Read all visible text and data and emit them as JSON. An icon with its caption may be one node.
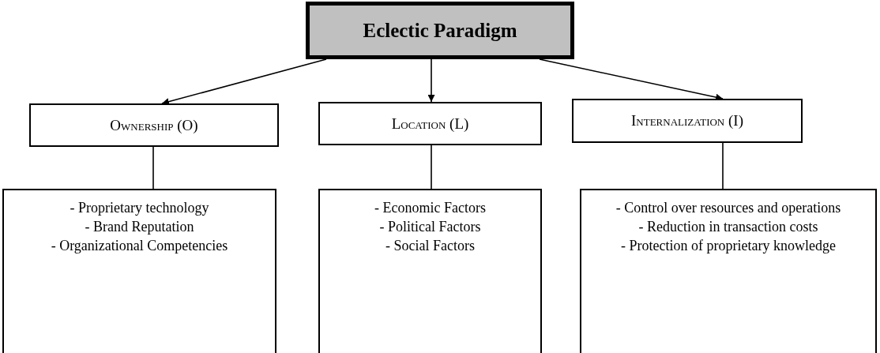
{
  "diagram": {
    "nodes": [
      {
        "text": [
          "Eclectic Paradigm"
        ]
      },
      {
        "text": [
          "Ownership (O)"
        ]
      },
      {
        "text": [
          "Location (L)"
        ]
      },
      {
        "text": [
          "Internalization (I)"
        ]
      },
      {
        "text": [
          "- Proprietary technology",
          "- Brand Reputation",
          "- Organizational Competencies"
        ]
      },
      {
        "text": [
          "- Economic Factors",
          "- Political Factors",
          "- Social Factors"
        ]
      },
      {
        "text": [
          "- Control over resources and operations",
          "- Reduction in transaction costs",
          "- Protection of proprietary knowledge"
        ]
      }
    ],
    "edges": [
      {
        "from": 0,
        "to": 1,
        "arrow": "to"
      },
      {
        "from": 0,
        "to": 2,
        "arrow": "to"
      },
      {
        "from": 0,
        "to": 3,
        "arrow": "to"
      },
      {
        "from": 1,
        "to": 4,
        "arrow": "none"
      },
      {
        "from": 2,
        "to": 5,
        "arrow": "none"
      },
      {
        "from": 3,
        "to": 6,
        "arrow": "none"
      }
    ]
  }
}
